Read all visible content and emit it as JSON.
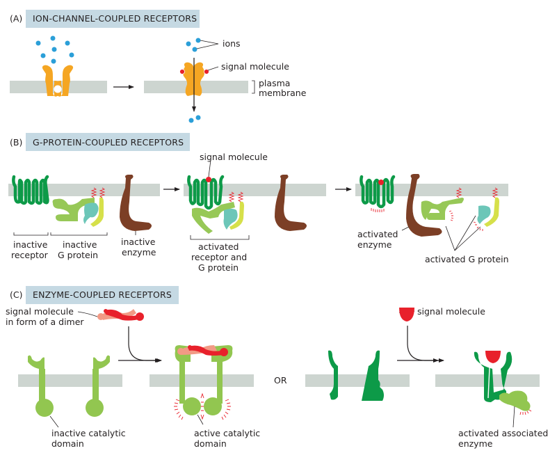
{
  "panels": {
    "A": {
      "letter": "(A)",
      "title": "ION-CHANNEL-COUPLED RECEPTORS",
      "labels": {
        "ions": "ions",
        "signal_molecule": "signal molecule",
        "membrane_line1": "plasma",
        "membrane_line2": "membrane"
      }
    },
    "B": {
      "letter": "(B)",
      "title": "G-PROTEIN-COUPLED RECEPTORS",
      "labels": {
        "signal_molecule": "signal molecule",
        "inactive_receptor_1": "inactive",
        "inactive_receptor_2": "receptor",
        "inactive_gprotein_1": "inactive",
        "inactive_gprotein_2": "G protein",
        "inactive_enzyme_1": "inactive",
        "inactive_enzyme_2": "enzyme",
        "activated_receptor_1": "activated",
        "activated_receptor_2": "receptor and",
        "activated_receptor_3": "G protein",
        "activated_enzyme_1": "activated",
        "activated_enzyme_2": "enzyme",
        "activated_gprotein": "activated G protein"
      }
    },
    "C": {
      "letter": "(C)",
      "title": "ENZYME-COUPLED RECEPTORS",
      "labels": {
        "dimer_1": "signal molecule",
        "dimer_2": "in form of a dimer",
        "inactive_domain_1": "inactive catalytic",
        "inactive_domain_2": "domain",
        "active_domain_1": "active catalytic",
        "active_domain_2": "domain",
        "or": "OR",
        "signal_molecule": "signal molecule",
        "assoc_enzyme_1": "activated associated",
        "assoc_enzyme_2": "enzyme"
      }
    }
  },
  "colors": {
    "header_bg": "#c5d9e3",
    "membrane": "#cdd5d0",
    "ion": "#2b9fd8",
    "channel": "#f5a623",
    "signal": "#e8212b",
    "signal_light": "#f29a85",
    "receptor_dark_green": "#0d9a48",
    "gprotein_alpha": "#97c857",
    "gprotein_beta": "#6cc6b8",
    "gprotein_gamma": "#d6e04a",
    "enzyme_brown": "#7c3f26",
    "enzyme_receptor_green": "#92c650"
  }
}
